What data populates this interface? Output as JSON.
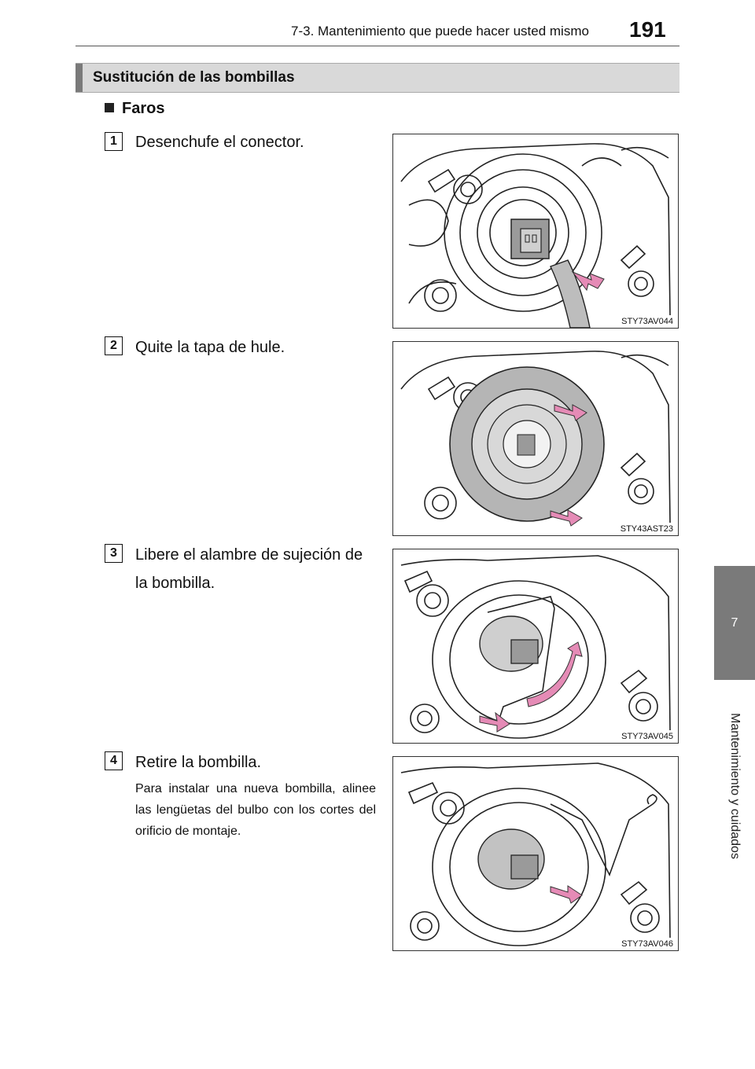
{
  "header": {
    "title": "7-3. Mantenimiento que puede hacer usted mismo",
    "page_number": "191"
  },
  "section": {
    "title": "Sustitución de las bombillas"
  },
  "subsection": {
    "title": "Faros"
  },
  "steps": [
    {
      "number": "1",
      "text": "Desenchufe el conector.",
      "image_code": "STY73AV044"
    },
    {
      "number": "2",
      "text": "Quite la tapa de hule.",
      "image_code": "STY43AST23"
    },
    {
      "number": "3",
      "text": "Libere el alambre de sujeción de la bombilla.",
      "image_code": "STY73AV045"
    },
    {
      "number": "4",
      "text": "Retire la bombilla.",
      "note": "Para instalar una nueva bombilla, alinee las lengüetas del bulbo con los cortes del orificio de montaje.",
      "image_code": "STY73AV046"
    }
  ],
  "side_tab": {
    "chapter_number": "7",
    "chapter_label": "Mantenimiento y cuidados"
  },
  "colors": {
    "tab_gray": "#7a7a7a",
    "banner_gray": "#d9d9d9",
    "arrow_pink": "#e58bb6"
  }
}
